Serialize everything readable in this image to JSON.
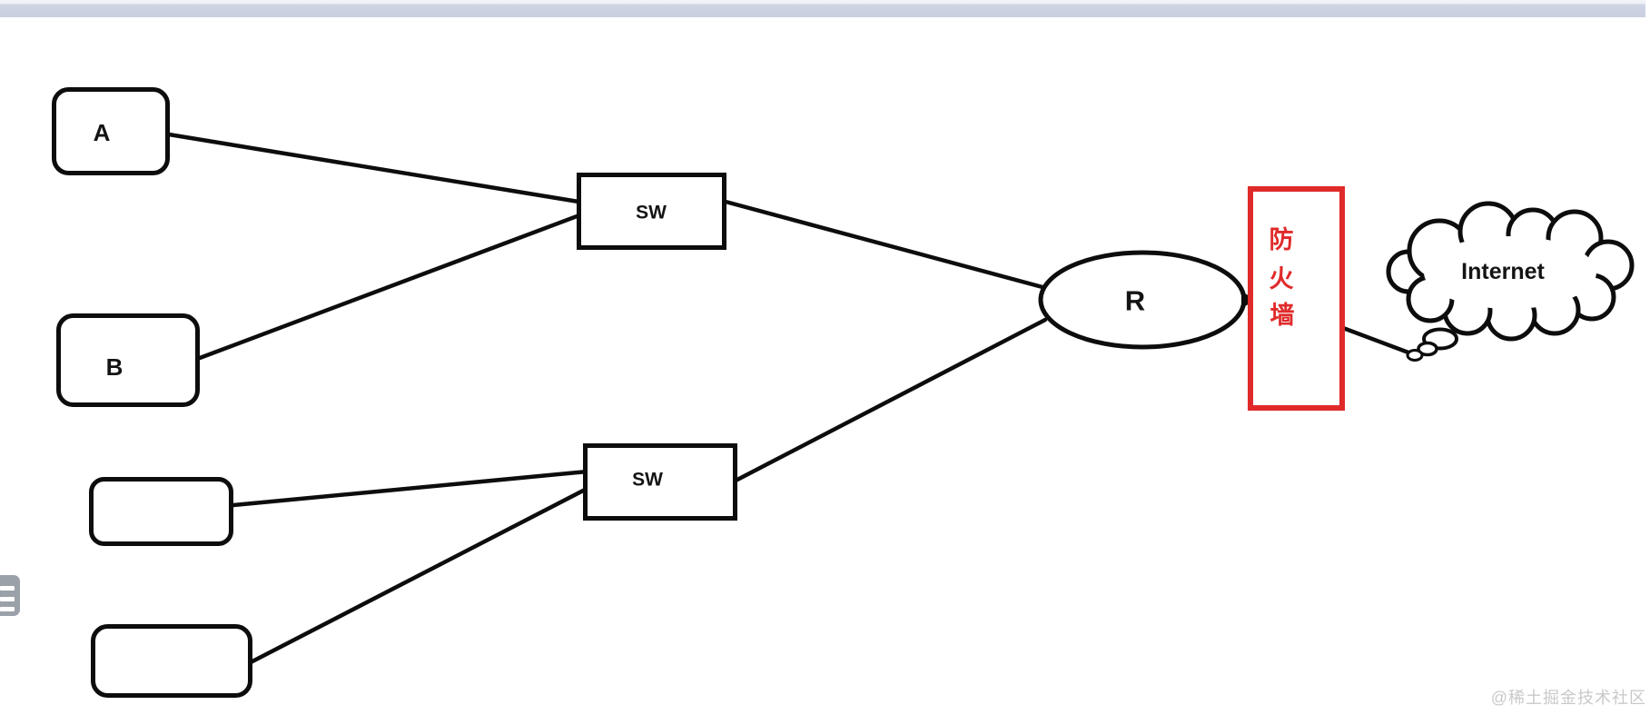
{
  "chrome": {
    "watermark": "@稀土掘金技术社区",
    "menu_icon": "hamburger-icon",
    "top_bar_color": "#cdd3e4"
  },
  "diagram": {
    "nodes": {
      "host_a": {
        "label": "A"
      },
      "host_b": {
        "label": "B"
      },
      "host_c": {
        "label": ""
      },
      "host_d": {
        "label": ""
      },
      "switch_top": {
        "label": "SW"
      },
      "switch_bottom": {
        "label": "SW"
      },
      "router": {
        "label": "R"
      },
      "firewall": {
        "label": "防火墙",
        "chars": [
          "防",
          "火",
          "墙"
        ],
        "color": "#e02a2a"
      },
      "internet": {
        "label": "Internet"
      }
    },
    "connections": [
      "A — SW(top)",
      "B — SW(top)",
      "SW(top) — R",
      "host — SW(bottom)",
      "host — SW(bottom)",
      "SW(bottom) — R",
      "R → 防火墙",
      "防火墙 — Internet"
    ],
    "colors": {
      "line": "#0d0d0d",
      "firewall_accent": "#e02a2a",
      "text": "#141414"
    }
  }
}
